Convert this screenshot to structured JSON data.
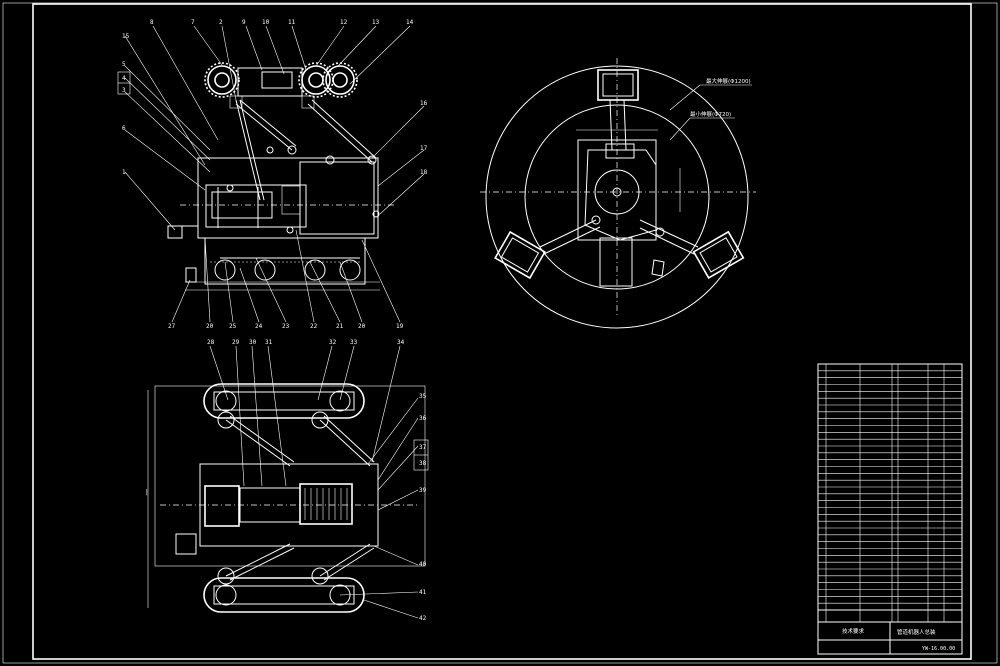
{
  "sheet": {
    "background": "#000000",
    "line_color": "#ffffff"
  },
  "front_view": {
    "top_callouts": [
      "8",
      "7",
      "2",
      "9",
      "10",
      "11",
      "12",
      "13",
      "14",
      "15"
    ],
    "left_callouts": [
      "5",
      "4",
      "3",
      "6",
      "1"
    ],
    "right_callouts": [
      "16",
      "17",
      "18"
    ],
    "bottom_callouts": [
      "27",
      "20",
      "25",
      "24",
      "23",
      "22",
      "21",
      "20",
      "19"
    ]
  },
  "side_view": {
    "annotations": [
      "最大伸展(Φ1200)",
      "最小伸展(Φ720)"
    ]
  },
  "plan_view": {
    "top_callouts": [
      "28",
      "29",
      "30",
      "31",
      "32",
      "33",
      "34"
    ],
    "right_callouts": [
      "35",
      "36",
      "37",
      "38",
      "39",
      "40",
      "41",
      "42"
    ]
  },
  "title_block": {
    "drawing_title": "管道机器人总装",
    "drawing_number": "YW-16.00.00",
    "footer_label": "技术要求"
  }
}
